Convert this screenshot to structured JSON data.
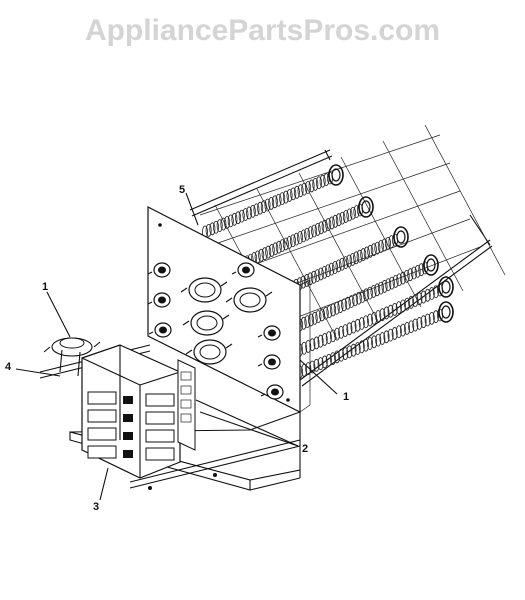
{
  "watermark": "AppliancePartsPros.com",
  "callouts": {
    "c1_left": "1",
    "c1_right": "1",
    "c2": "2",
    "c3": "3",
    "c4": "4",
    "c5": "5"
  }
}
